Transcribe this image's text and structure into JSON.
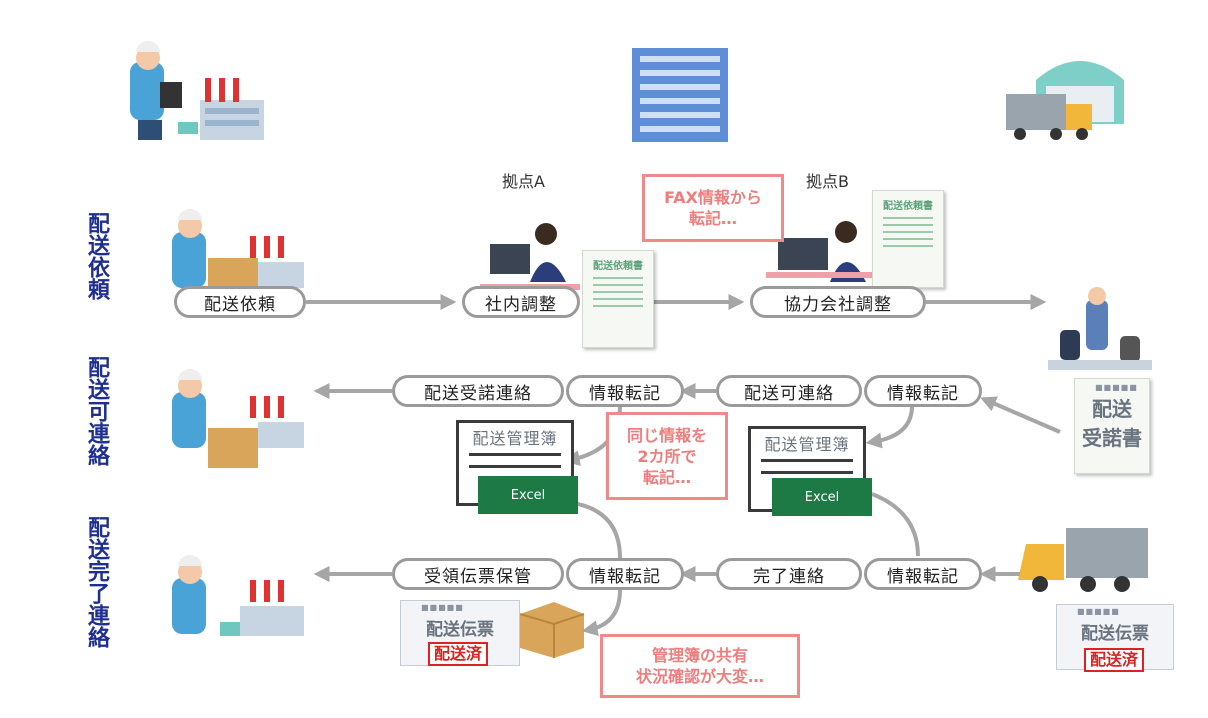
{
  "sites": {
    "a": "拠点A",
    "b": "拠点B"
  },
  "rows": {
    "request": "配送依頼",
    "confirm": "配送可連絡",
    "complete": "配送完了連絡"
  },
  "steps": {
    "request": "配送依頼",
    "internal": "社内調整",
    "partner": "協力会社調整",
    "receipt_notice": "配送受諾連絡",
    "transcribe_1": "情報転記",
    "possible_notice": "配送可連絡",
    "transcribe_2": "情報転記",
    "slip_store": "受領伝票保管",
    "transcribe_3": "情報転記",
    "done_notice": "完了連絡",
    "transcribe_4": "情報転記"
  },
  "callouts": {
    "fax_1": "FAX情報から",
    "fax_2": "転記…",
    "dup_1": "同じ情報を",
    "dup_2": "2カ所で",
    "dup_3": "転記…",
    "share_1": "管理簿の共有",
    "share_2": "状況確認が大変…"
  },
  "documents": {
    "request_form": "配送依頼書",
    "acceptance_1": "配送",
    "acceptance_2": "受諾書",
    "ledger": "配送管理簿",
    "excel": "Excel",
    "slip": "配送伝票",
    "stamp": "配送済"
  },
  "colors": {
    "row_label": "#1f2f8f",
    "callout": "#ee7e7e",
    "excel": "#1e7a45",
    "arrow": "#a6a6a6",
    "stamp": "#dd2222"
  }
}
